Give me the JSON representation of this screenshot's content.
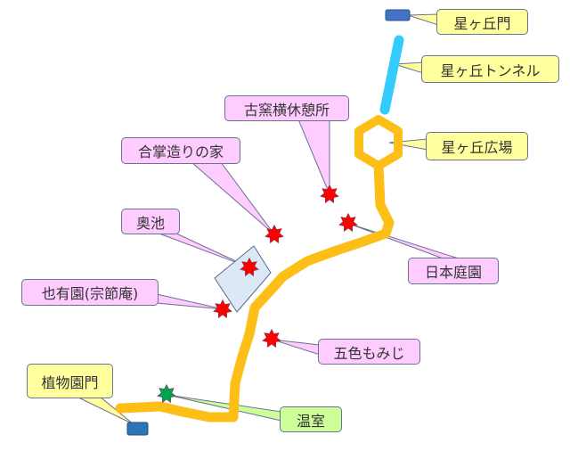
{
  "labels": {
    "hoshigaoka_gate": "星ヶ丘門",
    "hoshigaoka_tunnel": "星ヶ丘トンネル",
    "hoshigaoka_plaza": "星ヶ丘広場",
    "kogama_rest": "古窯横休憩所",
    "gassho_house": "合掌造りの家",
    "oku_pond": "奥池",
    "yuuen": "也有園(宗節庵)",
    "japanese_garden": "日本庭園",
    "goshiki_momiji": "五色もみじ",
    "greenhouse": "温室",
    "botanical_gate": "植物園門"
  },
  "colors": {
    "path": "#fdbf17",
    "tunnel": "#33ccff",
    "gate_top": "#4472c4",
    "gate_bottom": "#2e75b6",
    "star_red": "#ff0000",
    "star_green": "#00a550",
    "pond": "#dce8f5",
    "callout_yellow": "#ffff9e",
    "callout_pink": "#ffccff",
    "callout_green": "#ccff99"
  }
}
